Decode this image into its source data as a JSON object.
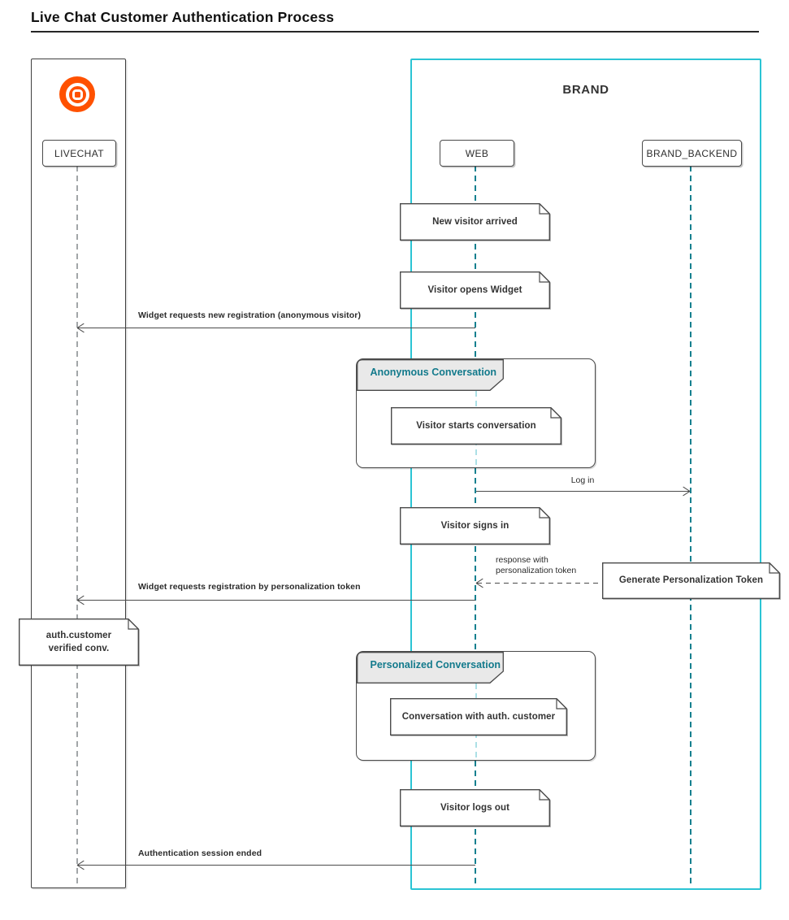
{
  "title": "Live Chat Customer Authentication Process",
  "brand_frame": {
    "label": "BRAND"
  },
  "participants": {
    "livechat": {
      "label": "LIVECHAT"
    },
    "web": {
      "label": "WEB"
    },
    "brand_backend": {
      "label": "BRAND_BACKEND"
    }
  },
  "logo": {
    "name": "LiveChat logo",
    "color": "#ff5100"
  },
  "groups": {
    "anonymous": {
      "label": "Anonymous Conversation"
    },
    "personalized": {
      "label": "Personalized Conversation"
    }
  },
  "notes": {
    "new_visitor": {
      "text": "New visitor arrived",
      "on": "WEB"
    },
    "opens_widget": {
      "text": "Visitor opens Widget",
      "on": "WEB"
    },
    "starts_conversation": {
      "text": "Visitor starts conversation",
      "on": "WEB"
    },
    "signs_in": {
      "text": "Visitor signs in",
      "on": "WEB"
    },
    "generate_token": {
      "text": "Generate Personalization Token",
      "on": "BRAND_BACKEND"
    },
    "auth_customer": {
      "text": "auth.customer\nverified conv.",
      "on": "LIVECHAT"
    },
    "conversation_auth": {
      "text": "Conversation with auth. customer",
      "on": "WEB"
    },
    "logs_out": {
      "text": "Visitor logs out",
      "on": "WEB"
    }
  },
  "messages": {
    "new_registration": {
      "label": "Widget requests new registration (anonymous visitor)",
      "from": "WEB",
      "to": "LIVECHAT",
      "line": "solid"
    },
    "log_in": {
      "label": "Log in",
      "from": "WEB",
      "to": "BRAND_BACKEND",
      "line": "solid"
    },
    "response_token": {
      "label": "response with\npersonalization token",
      "from": "BRAND_BACKEND",
      "to": "WEB",
      "line": "dashed"
    },
    "registration_by_token": {
      "label": "Widget requests registration by personalization token",
      "from": "WEB",
      "to": "LIVECHAT",
      "line": "solid"
    },
    "session_ended": {
      "label": "Authentication session ended",
      "from": "WEB",
      "to": "LIVECHAT",
      "line": "solid"
    }
  },
  "colors": {
    "brand_frame_border": "#2bc4d4",
    "lifeline_teal": "#15808f",
    "lifeline_gray": "#a2a6a8",
    "group_label_text": "#137a8c",
    "note_border": "#4a4a4a",
    "logo_orange": "#ff5100"
  }
}
